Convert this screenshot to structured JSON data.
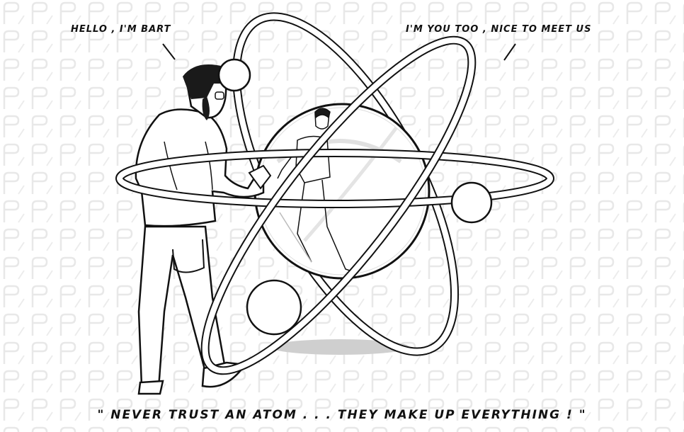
{
  "speech": {
    "bart": "HELLO , I'M BART",
    "atom": "I'M YOU TOO , NICE TO MEET US"
  },
  "caption": "\" NEVER TRUST AN ATOM . . . THEY MAKE UP EVERYTHING ! \"",
  "colors": {
    "ink": "#111111",
    "pattern": "#e8e8e8",
    "shadow": "#cfcfcf",
    "hair": "#1a1a1a"
  }
}
